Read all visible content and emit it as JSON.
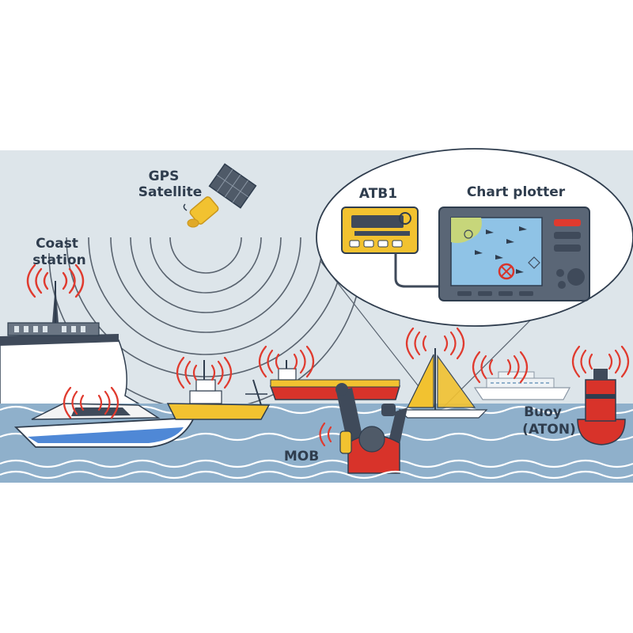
{
  "labels": {
    "gps": [
      "GPS",
      "Satellite"
    ],
    "coast": [
      "Coast",
      "station"
    ],
    "atb1": "ATB1",
    "chart_plotter": "Chart plotter",
    "buoy": [
      "Buoy",
      "(ATON)"
    ],
    "mob": "MOB"
  },
  "colors": {
    "sky": "#dde5ea",
    "sea": "#8fb0cb",
    "sea_dark": "#7a9fbd",
    "wave": "#ffffff",
    "signal": "#e03a2e",
    "yellow": "#f2c230",
    "dark": "#3f4a5a",
    "screen": "#8fc3e6",
    "buoy_red": "#d8332a",
    "text": "#2f3d4e"
  },
  "icons": [
    "satellite-icon",
    "coast-station-icon",
    "ais-transponder-icon",
    "chart-plotter-icon",
    "mob-beacon-icon",
    "buoy-icon",
    "sailboat-icon",
    "motor-yacht-icon",
    "cargo-ship-icon",
    "fishing-vessel-icon",
    "cruise-ship-icon"
  ]
}
